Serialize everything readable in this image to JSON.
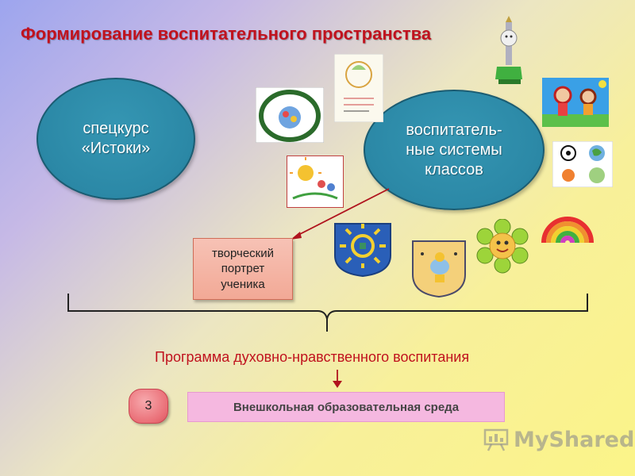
{
  "title": "Формирование воспитательного пространства",
  "ellipse_left": {
    "text": "спецкурс\n«Истоки»"
  },
  "ellipse_right": {
    "text": "воспитатель-\nные системы\nклассов"
  },
  "portrait_box": {
    "text": "творческий\nпортрет\nученика"
  },
  "program_text": "Программа духовно-нравственного воспитания",
  "number_button": "3",
  "environment_box": "Внешкольная образовательная среда",
  "watermark": "MyShared",
  "colors": {
    "title": "#c0121e",
    "ellipse": "#2b88a6",
    "portrait": "#f2a996",
    "program": "#c0121e",
    "number_button": "#ea6f77",
    "environment": "#f5b8e0",
    "arrow": "#b0141e"
  },
  "pictures": [
    "round-logo-picture",
    "drawing-picture",
    "children-picture",
    "sun-children-picture",
    "emblem-collage-picture",
    "rainbow-picture",
    "sun-emblem-picture",
    "bee-emblem-picture",
    "flower-picture",
    "pen-figure-picture"
  ]
}
